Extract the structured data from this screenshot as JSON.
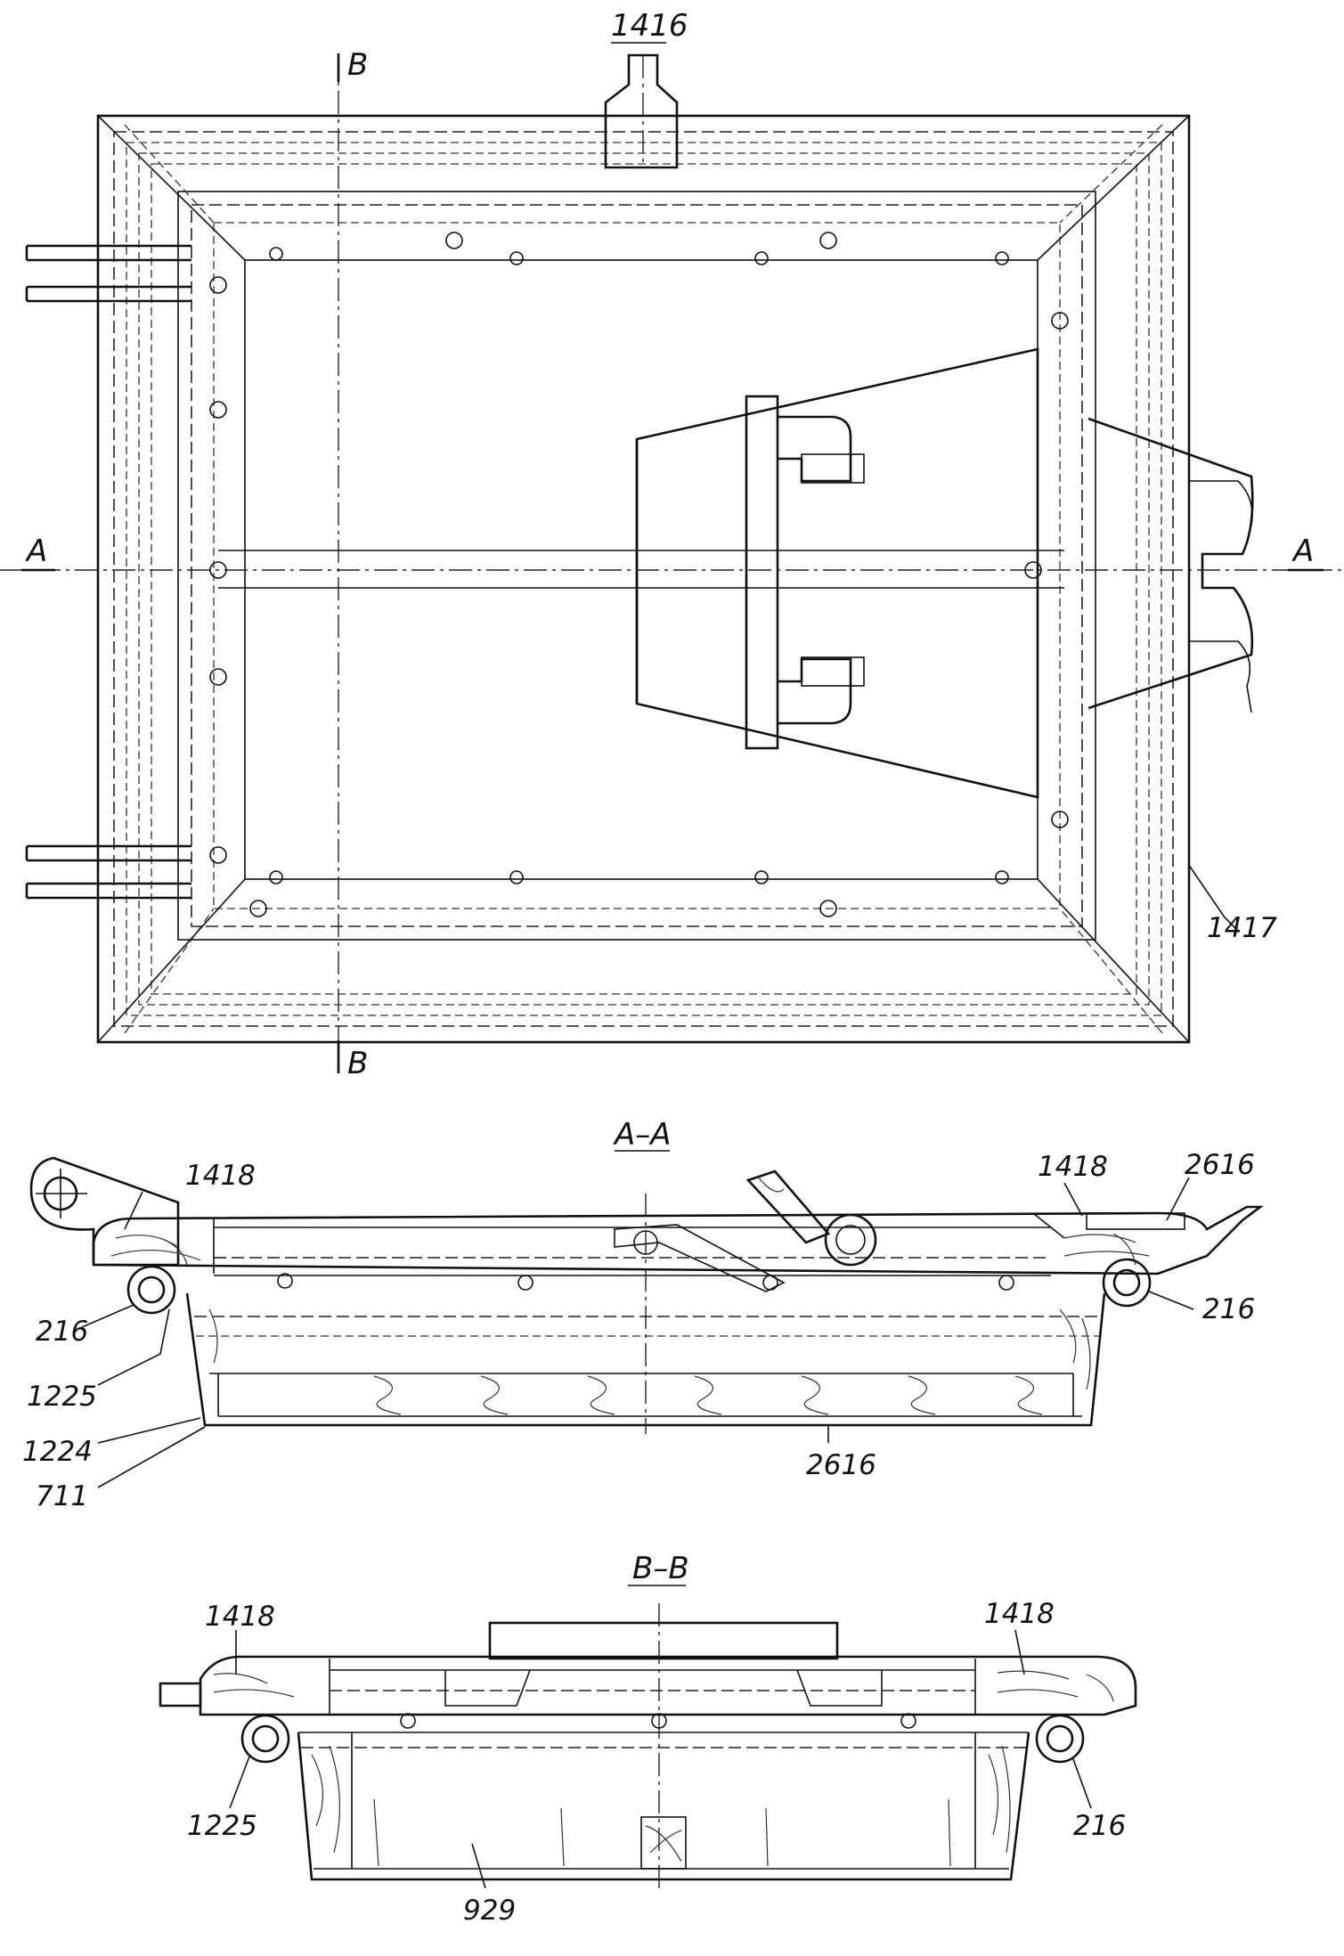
{
  "views": {
    "top": {
      "label": "1416"
    },
    "section_a": {
      "title": "A–A"
    },
    "section_b": {
      "title": "B–B"
    }
  },
  "cut_marks": {
    "a_left": "A",
    "a_right": "A",
    "b_top": "B",
    "b_bottom": "B"
  },
  "callouts": {
    "top_1417": "1417",
    "aa_1418_left": "1418",
    "aa_1418_right": "1418",
    "aa_2616_top": "2616",
    "aa_216_left": "216",
    "aa_216_right": "216",
    "aa_1225": "1225",
    "aa_1224": "1224",
    "aa_711": "711",
    "aa_2616_bottom": "2616",
    "bb_1418_left": "1418",
    "bb_1418_right": "1418",
    "bb_1225": "1225",
    "bb_216": "216",
    "bb_929": "929"
  },
  "colors": {
    "ink": "#111111",
    "paper": "#ffffff"
  }
}
